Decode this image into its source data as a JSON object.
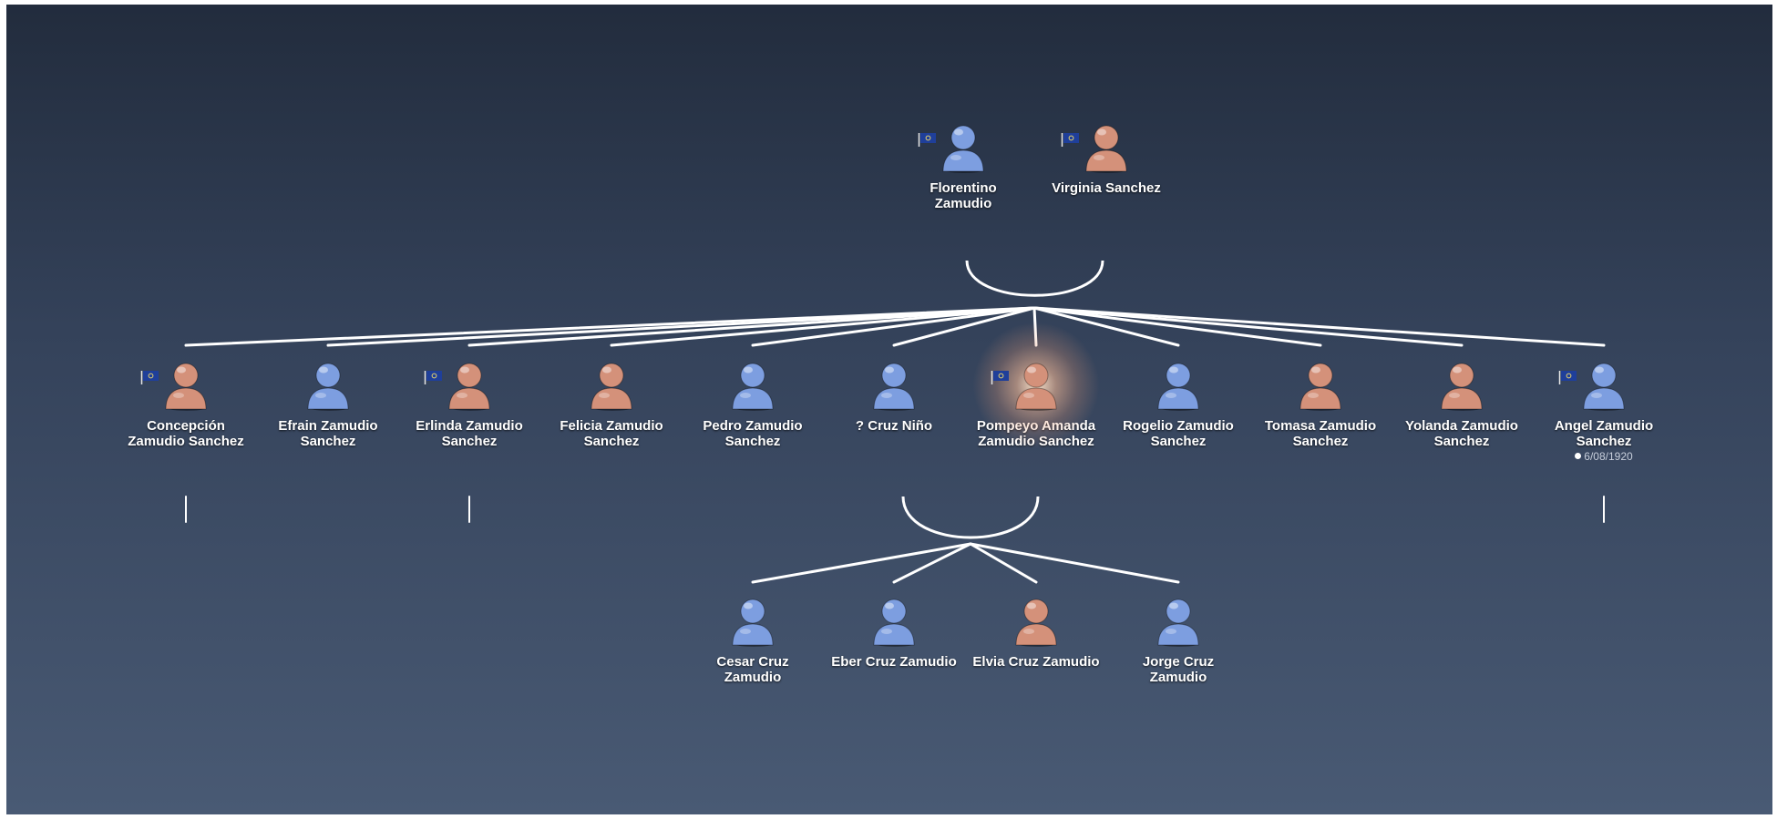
{
  "parents": [
    {
      "name": "Florentino\nZamudio",
      "gender": "male",
      "flag": true
    },
    {
      "name": "Virginia Sanchez",
      "gender": "female",
      "flag": true
    }
  ],
  "children": [
    {
      "name": "Concepción\nZamudio Sanchez",
      "gender": "female",
      "flag": true,
      "has_descendants": true
    },
    {
      "name": "Efrain Zamudio\nSanchez",
      "gender": "male",
      "flag": false,
      "has_descendants": false
    },
    {
      "name": "Erlinda Zamudio\nSanchez",
      "gender": "female",
      "flag": true,
      "has_descendants": true
    },
    {
      "name": "Felicia Zamudio\nSanchez",
      "gender": "female",
      "flag": false,
      "has_descendants": false
    },
    {
      "name": "Pedro Zamudio\nSanchez",
      "gender": "male",
      "flag": false,
      "has_descendants": false
    },
    {
      "name": "? Cruz Niño",
      "gender": "male",
      "flag": false,
      "has_descendants": false
    },
    {
      "name": "Pompeyo Amanda\nZamudio Sanchez",
      "gender": "female",
      "flag": true,
      "selected": true,
      "has_descendants": false
    },
    {
      "name": "Rogelio Zamudio\nSanchez",
      "gender": "male",
      "flag": false,
      "has_descendants": false
    },
    {
      "name": "Tomasa Zamudio\nSanchez",
      "gender": "female",
      "flag": false,
      "has_descendants": false
    },
    {
      "name": "Yolanda Zamudio\nSanchez",
      "gender": "female",
      "flag": false,
      "has_descendants": false
    },
    {
      "name": "Angel Zamudio\nSanchez",
      "gender": "male",
      "flag": true,
      "birth": "6/08/1920",
      "has_descendants": true
    }
  ],
  "grandchildren": [
    {
      "name": "Cesar Cruz\nZamudio",
      "gender": "male",
      "flag": false
    },
    {
      "name": "Eber Cruz Zamudio",
      "gender": "male",
      "flag": false
    },
    {
      "name": "Elvia Cruz Zamudio",
      "gender": "female",
      "flag": false
    },
    {
      "name": "Jorge Cruz\nZamudio",
      "gender": "male",
      "flag": false
    }
  ],
  "colors": {
    "male": "#7d9ee0",
    "female": "#d4917a",
    "connector": "#ffffff",
    "flag": "#1f3f9a"
  }
}
